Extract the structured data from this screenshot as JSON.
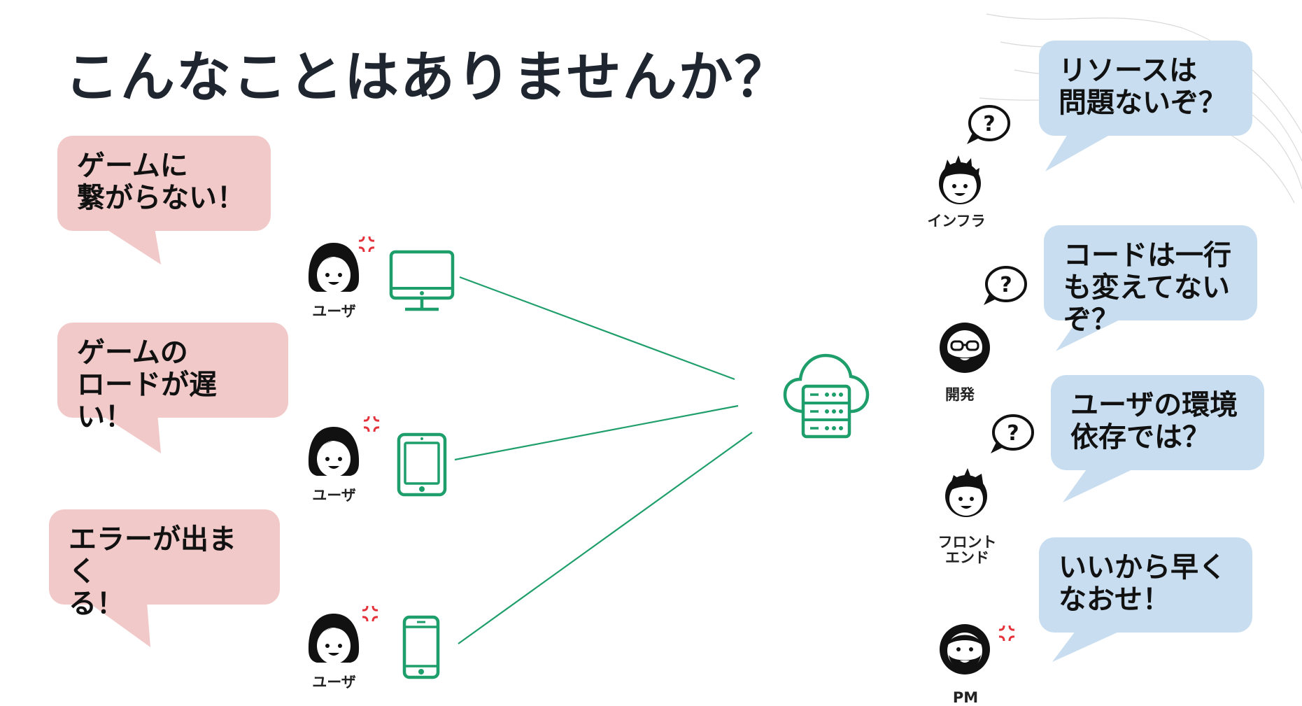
{
  "title": "こんなことはありませんか？",
  "user_complaints": [
    {
      "text": "ゲームに\n繋がらない！"
    },
    {
      "text": "ゲームの\nロードが遅い！"
    },
    {
      "text": "エラーが出まく\nる！"
    }
  ],
  "users": [
    {
      "label": "ユーザ",
      "device": "desktop-monitor-icon"
    },
    {
      "label": "ユーザ",
      "device": "tablet-icon"
    },
    {
      "label": "ユーザ",
      "device": "smartphone-icon"
    }
  ],
  "server": {
    "icon": "cloud-server-icon"
  },
  "team": [
    {
      "label": "インフラ",
      "speech": "リソースは\n問題ないぞ？",
      "mark": "question-bubble-icon"
    },
    {
      "label": "開発",
      "speech": "コードは一行\nも変えてない\nぞ？",
      "mark": "question-bubble-icon"
    },
    {
      "label": "フロント\nエンド",
      "speech": "ユーザの環境\n依存では？",
      "mark": "question-bubble-icon"
    },
    {
      "label": "PM",
      "speech": "いいから早く\nなおせ！",
      "mark": "anger-mark-icon"
    }
  ],
  "colors": {
    "pink_bubble": "#f2c9c9",
    "blue_bubble": "#c8def0",
    "device_green": "#1e9e6a",
    "line_green": "#1e9e6a",
    "anger_red": "#e5323a",
    "title": "#1f2630"
  }
}
